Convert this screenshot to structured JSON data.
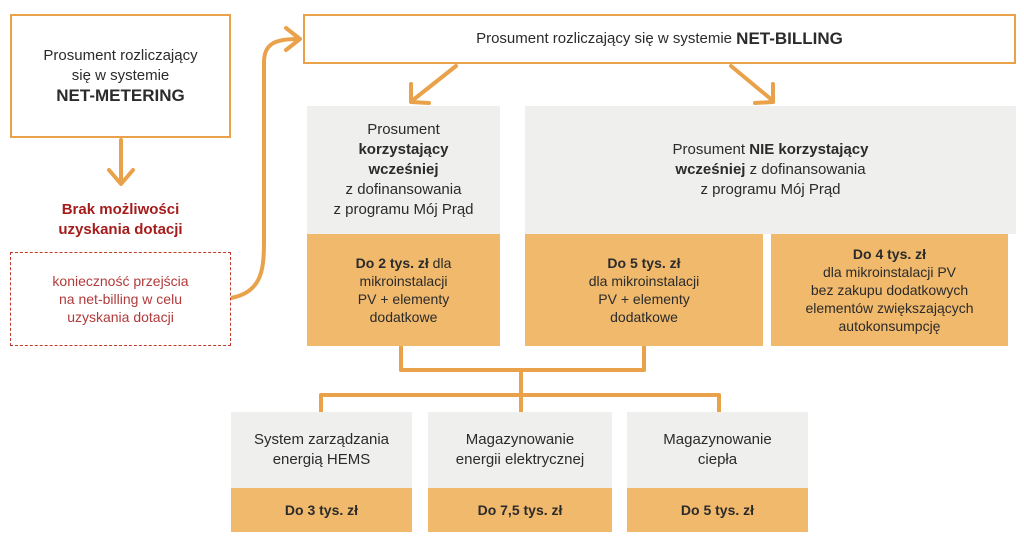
{
  "colors": {
    "accent": "#e9a24a",
    "gray_box": "#efefed",
    "amber_box": "#f0b96c",
    "warning_red": "#a51c1c"
  },
  "net_metering": {
    "line1": "Prosument rozliczający",
    "line2": "się w systemie",
    "name": "NET-METERING"
  },
  "no_subsidy": {
    "line1": "Brak możliwości",
    "line2": "uzyskania dotacji"
  },
  "transition_note": {
    "line1": "konieczność przejścia",
    "line2": "na net-billing w celu",
    "line3": "uzyskania dotacji"
  },
  "net_billing": {
    "prefix": "Prosument rozliczający się w systemie ",
    "name": "NET-BILLING"
  },
  "prosument_used": {
    "line1": "Prosument",
    "bold1": "korzystający",
    "bold2": "wcześniej",
    "line3": "z dofinansowania",
    "line4": "z programu Mój Prąd"
  },
  "prosument_not_used": {
    "prefix": "Prosument ",
    "bold1": "NIE korzystający",
    "bold2": "wcześniej",
    "rest2": " z dofinansowania",
    "line3": "z programu Mój Prąd"
  },
  "grant_2k": {
    "amount": "Do 2 tys. zł",
    "suffix": " dla",
    "line2": "mikroinstalacji",
    "line3": "PV + elementy",
    "line4": "dodatkowe"
  },
  "grant_5k": {
    "amount": "Do 5 tys. zł",
    "line2": "dla mikroinstalacji",
    "line3": "PV + elementy",
    "line4": "dodatkowe"
  },
  "grant_4k": {
    "amount": "Do 4 tys. zł",
    "line2": "dla mikroinstalacji PV",
    "line3": "bez zakupu dodatkowych",
    "line4": "elementów zwiększających",
    "line5": "autokonsumpcję"
  },
  "elements": [
    {
      "line1": "System zarządzania",
      "line2": "energią HEMS",
      "amount": "Do 3 tys. zł"
    },
    {
      "line1": "Magazynowanie",
      "line2": "energii elektrycznej",
      "amount": "Do 7,5 tys. zł"
    },
    {
      "line1": "Magazynowanie",
      "line2": "ciepła",
      "amount": "Do 5 tys. zł"
    }
  ]
}
